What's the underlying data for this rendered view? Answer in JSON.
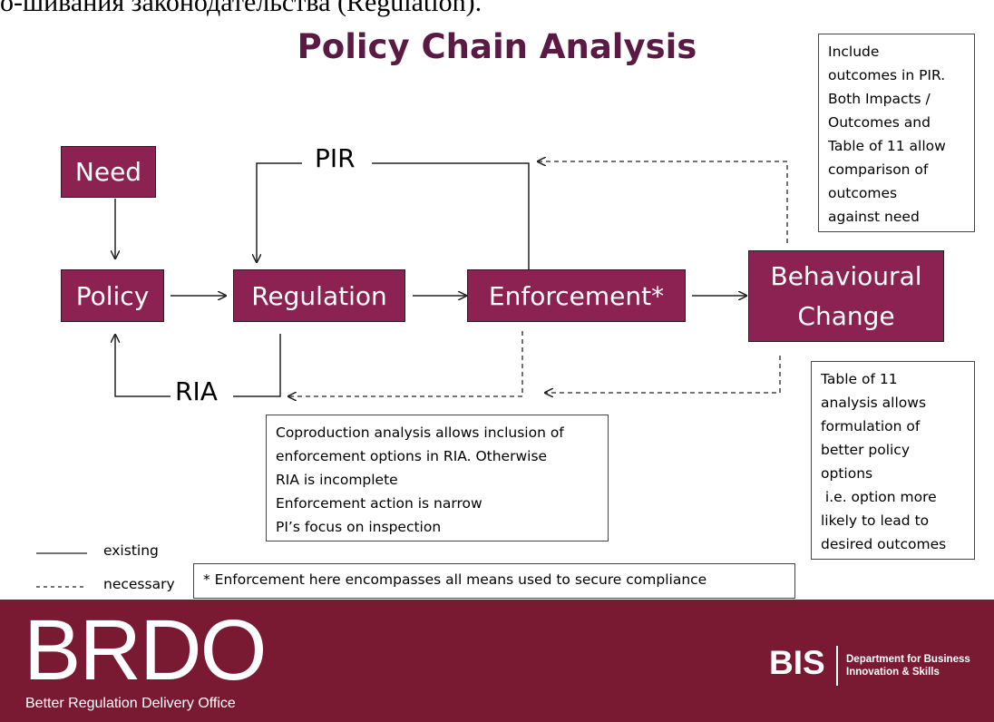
{
  "top_fragment": "о-шивания законодательства (Regulation).",
  "title": "Policy Chain Analysis",
  "nodes": {
    "need": "Need",
    "policy": "Policy",
    "regulation": "Regulation",
    "enforcement": "Enforcement*",
    "behavioural": [
      "Behavioural",
      "Change"
    ]
  },
  "labels": {
    "pir": "PIR",
    "ria": "RIA"
  },
  "notes": {
    "pir_note": [
      "Include",
      "outcomes in PIR.",
      "Both Impacts /",
      "Outcomes and",
      "Table of 11 allow",
      "comparison of",
      "outcomes",
      "against need"
    ],
    "table_note": [
      "Table of 11",
      "analysis allows",
      "formulation of",
      "better policy",
      "options",
      " i.e. option more",
      "likely to lead to",
      "desired outcomes"
    ],
    "coproduction_note": [
      "Coproduction analysis allows inclusion of",
      "enforcement options in RIA. Otherwise",
      "RIA is incomplete",
      "Enforcement action is narrow",
      "PI’s focus on inspection"
    ],
    "enforcement_footnote": "* Enforcement here encompasses all means used to secure compliance"
  },
  "legend": {
    "existing": "existing",
    "necessary": "necessary"
  },
  "footer": {
    "brdo": "BRDO",
    "brdo_sub": "Better Regulation Delivery Office",
    "bis": "BIS",
    "bis_dept": [
      "Department for Business",
      "Innovation & Skills"
    ]
  },
  "colors": {
    "node": "#8b2252",
    "title": "#5a1a44",
    "footer": "#7a1a32"
  }
}
